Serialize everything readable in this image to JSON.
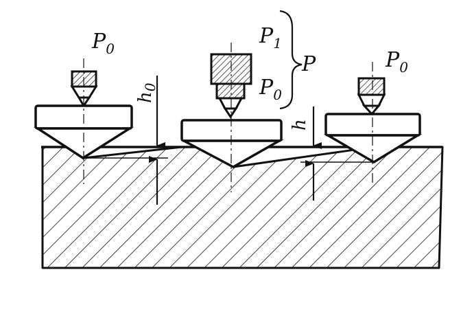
{
  "labels": {
    "p0_left": {
      "main": "P",
      "sub": "0"
    },
    "p1": {
      "main": "P",
      "sub": "1"
    },
    "p0_center": {
      "main": "P",
      "sub": "0"
    },
    "p_total": "P",
    "p0_right": {
      "main": "P",
      "sub": "0"
    },
    "h0": {
      "main": "h",
      "sub": "0"
    },
    "h": "h"
  },
  "colors": {
    "ink": "#111111",
    "paper": "#ffffff"
  }
}
